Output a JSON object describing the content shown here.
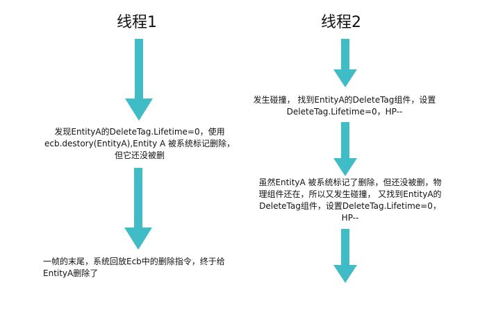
{
  "thread1": {
    "title": "线程1",
    "step1": {
      "line1": "发现EntityA的DeleteTag.Lifetime=0，使用",
      "line2": "ecb.destory(EntityA),Entity A 被系统标记删除，",
      "line3": "但它还没被删"
    },
    "step2": {
      "line1": "一帧的末尾，系统回放Ecb中的删除指令，终于给",
      "line2": "EntityA删除了"
    }
  },
  "thread2": {
    "title": "线程2",
    "step1": {
      "line1": "发生碰撞， 找到EntityA的DeleteTag组件，设置",
      "line2": "DeleteTag.Lifetime=0，HP--"
    },
    "step2": {
      "line1": "虽然EntityA 被系统标记了删除，但还没被删，物",
      "line2": "理组件还在，所以又发生碰撞， 又找到EntityA的",
      "line3": "DeleteTag组件，设置DeleteTag.Lifetime=0，",
      "line4": "HP--"
    }
  },
  "colors": {
    "arrow": "#3fbcc6",
    "text": "#111111"
  }
}
